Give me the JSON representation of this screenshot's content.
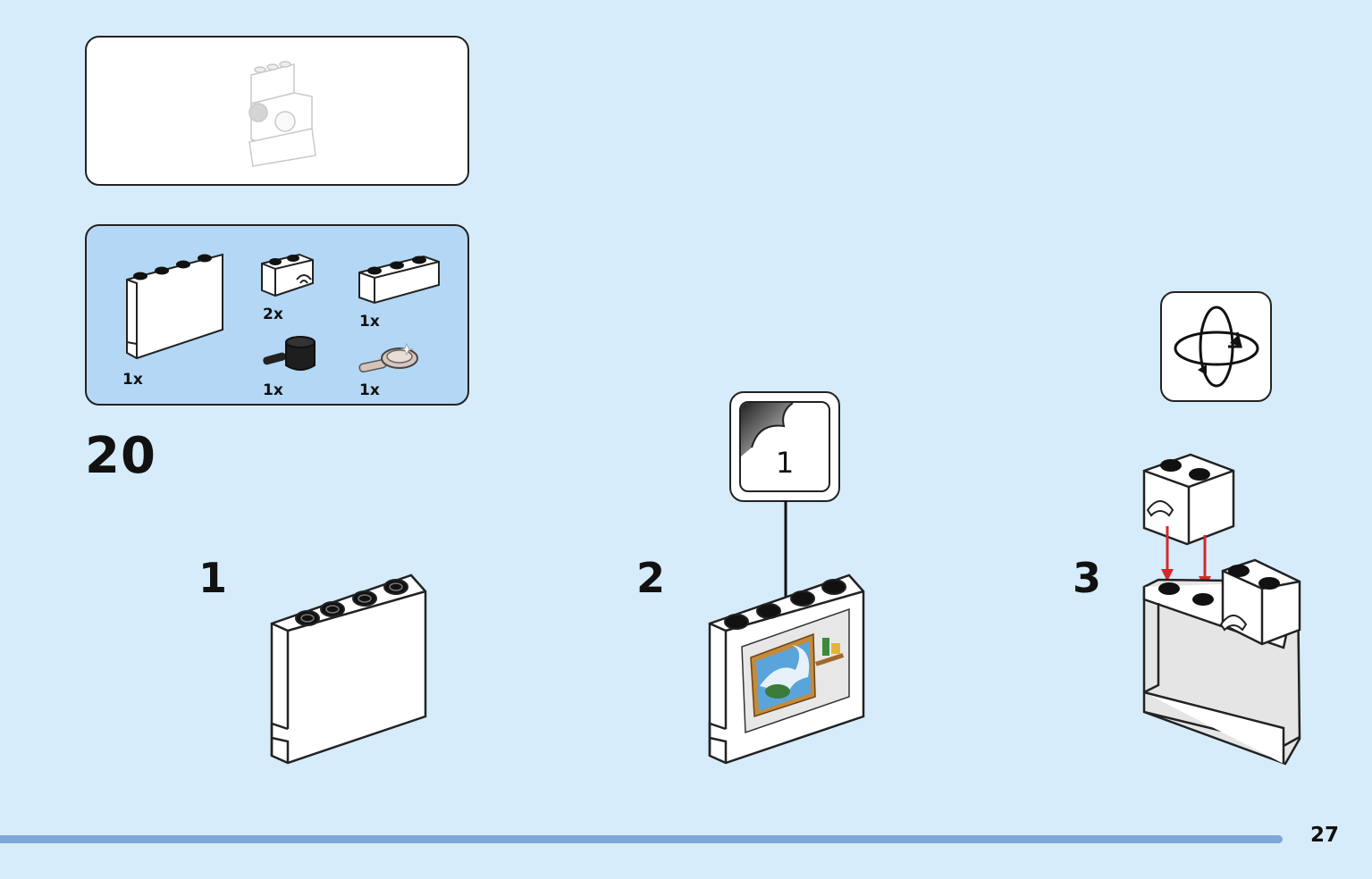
{
  "step": {
    "number": "20"
  },
  "parts": [
    {
      "qty": "1x",
      "icon": "panel-1x4x3-icon"
    },
    {
      "qty": "2x",
      "icon": "brick-1x2-clip-icon"
    },
    {
      "qty": "1x",
      "icon": "brick-1x3-icon"
    },
    {
      "qty": "1x",
      "icon": "frying-pan-black-icon"
    },
    {
      "qty": "1x",
      "icon": "frying-pan-transparent-icon"
    }
  ],
  "substeps": [
    {
      "number": "1"
    },
    {
      "number": "2",
      "sticker": "1"
    },
    {
      "number": "3"
    }
  ],
  "page": {
    "number": "27"
  },
  "colors": {
    "background": "#d6ecfa",
    "parts_panel": "#b3d7f5",
    "rule": "#7fa7d8",
    "arrow": "#d42a2a"
  }
}
